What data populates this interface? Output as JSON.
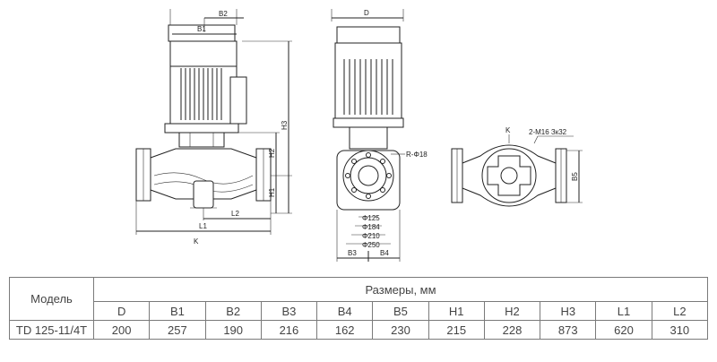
{
  "drawing": {
    "side_view": {
      "labels": {
        "b1": "B1",
        "b2": "B2",
        "h1": "H1",
        "h2": "H2",
        "h3": "H3",
        "l1": "L1",
        "l2": "L2",
        "k": "K"
      }
    },
    "front_view": {
      "labels": {
        "d": "D",
        "r18": "R-Φ18",
        "d125": "Φ125",
        "d184": "Φ184",
        "d210": "Φ210",
        "d250": "Φ250",
        "b3": "B3",
        "b4": "B4"
      }
    },
    "top_view": {
      "labels": {
        "k": "K",
        "bolts": "2-M16 Зк32",
        "b5": "B5"
      }
    }
  },
  "table": {
    "model_header": "Модель",
    "group_header": "Размеры, мм",
    "columns": [
      "D",
      "B1",
      "B2",
      "B3",
      "B4",
      "B5",
      "H1",
      "H2",
      "H3",
      "L1",
      "L2"
    ],
    "rows": [
      {
        "model": "TD 125-11/4T",
        "values": [
          "200",
          "257",
          "190",
          "216",
          "162",
          "230",
          "215",
          "228",
          "873",
          "620",
          "310"
        ]
      }
    ]
  }
}
